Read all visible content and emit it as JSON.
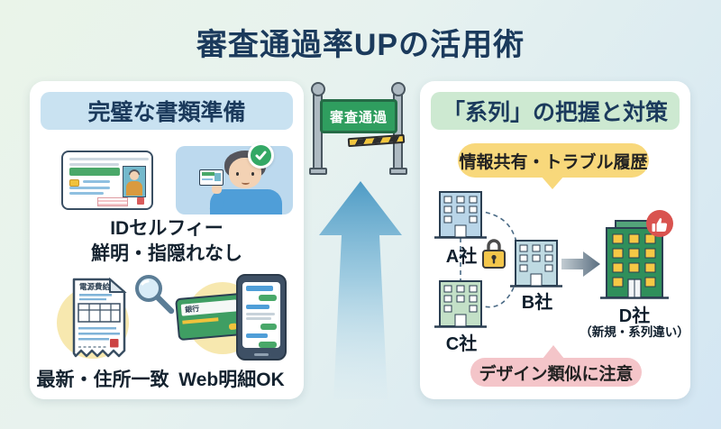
{
  "title": "審査通過率UPの活用術",
  "left_panel": {
    "header": "完璧な書類準備",
    "selfie_caption_line1": "IDセルフィー",
    "selfie_caption_line2": "鮮明・指隠れなし",
    "receipt_title": "電源費給",
    "receipt_caption": "最新・住所一致",
    "bank_card_label": "銀行",
    "statement_caption": "Web明細OK"
  },
  "center": {
    "gate_sign_label": "審査通過"
  },
  "right_panel": {
    "header": "「系列」の把握と対策",
    "top_badge": "情報共有・トラブル履歴",
    "bottom_badge": "デザイン類似に注意",
    "companies": [
      {
        "label": "A社"
      },
      {
        "label": "B社"
      },
      {
        "label": "C社"
      },
      {
        "label": "D社"
      }
    ],
    "company_d_note": "（新規・系列違い）"
  },
  "colors": {
    "accent_navy": "#1b3a5c",
    "header_blue": "#c9e2f1",
    "header_green": "#cde9d1",
    "badge_yellow": "#f8d87b",
    "badge_pink": "#f4c5c9",
    "sign_green": "#2f9e5f",
    "success_green": "#34a865",
    "alert_red": "#d9534f",
    "arrow_blue": "#4e9bc5"
  }
}
